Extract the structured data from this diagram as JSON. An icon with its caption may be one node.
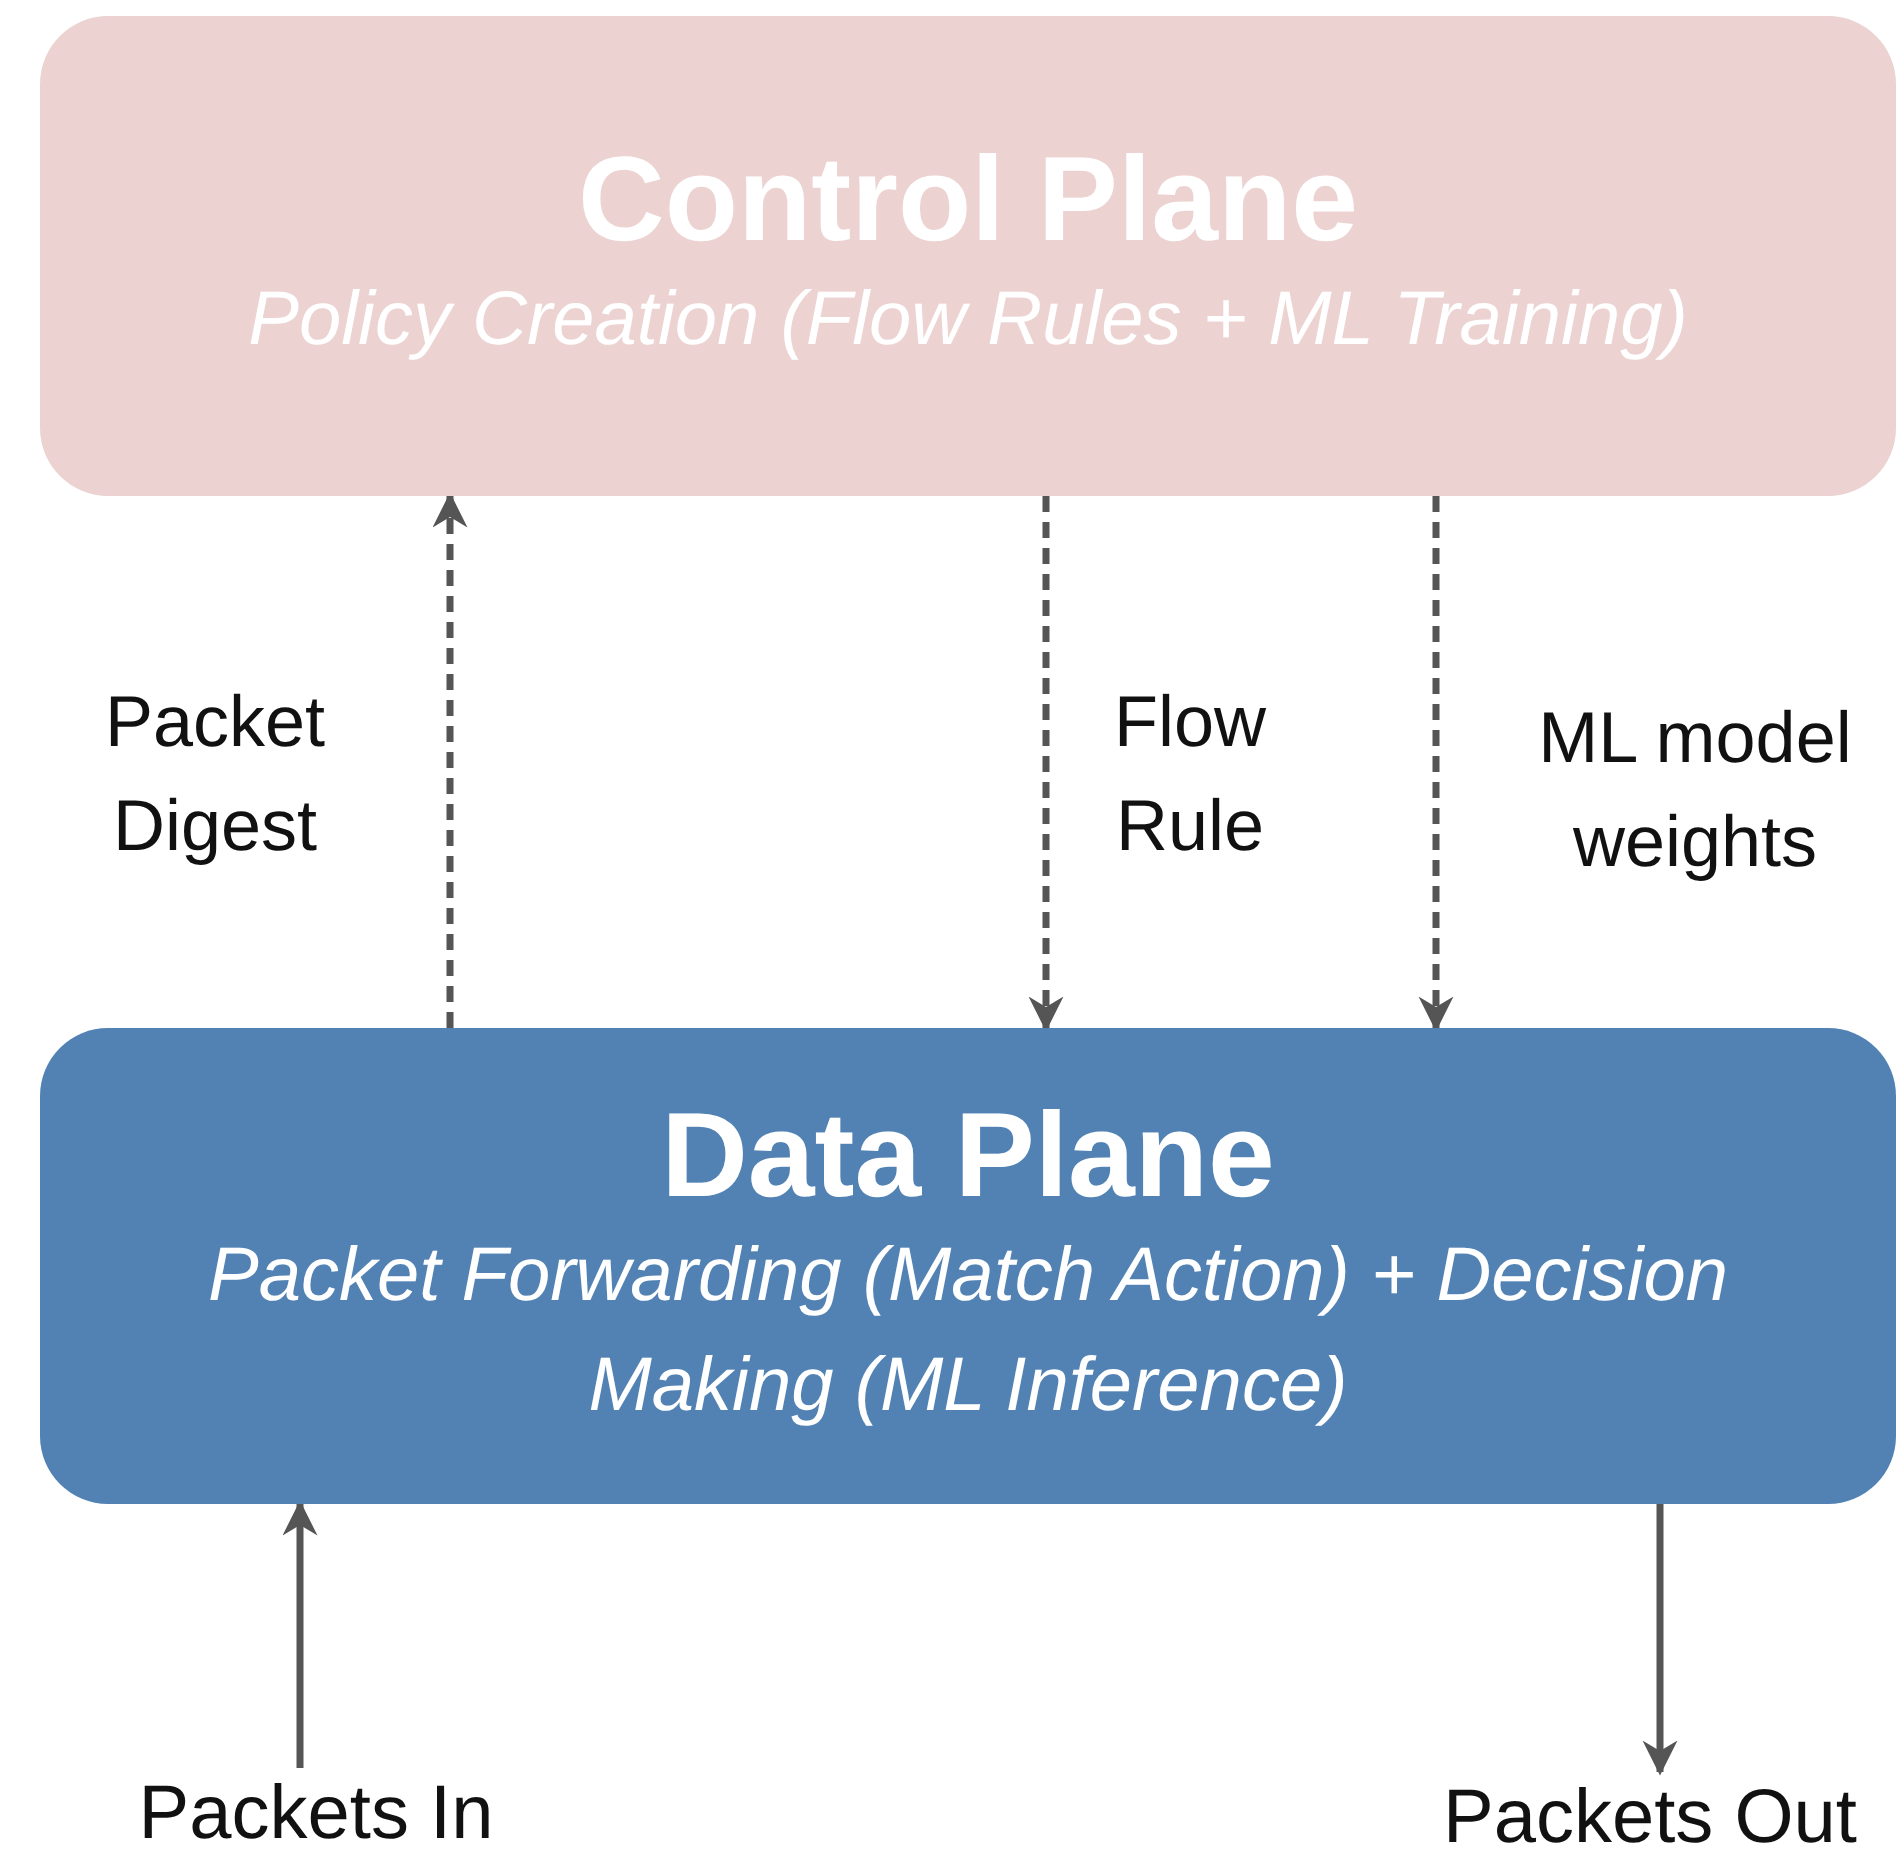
{
  "diagram": {
    "nodes": [
      {
        "text": [
          "Control Plane",
          "Policy Creation (Flow Rules + ML Training)"
        ]
      },
      {
        "text": [
          "Data Plane",
          "Packet Forwarding (Match Action) + Decision Making  (ML Inference)"
        ]
      },
      {
        "text": [
          "Packets In"
        ]
      },
      {
        "text": [
          "Packets Out"
        ]
      }
    ],
    "edges": [
      {
        "from": 1,
        "to": 0,
        "arrow": "to",
        "label": "Packet Digest",
        "style": "dashed"
      },
      {
        "from": 0,
        "to": 1,
        "arrow": "to",
        "label": "Flow Rule",
        "style": "dashed"
      },
      {
        "from": 0,
        "to": 1,
        "arrow": "to",
        "label": "ML model weights",
        "style": "dashed"
      },
      {
        "from": 2,
        "to": 1,
        "arrow": "to"
      },
      {
        "from": 1,
        "to": 3,
        "arrow": "to"
      }
    ]
  }
}
